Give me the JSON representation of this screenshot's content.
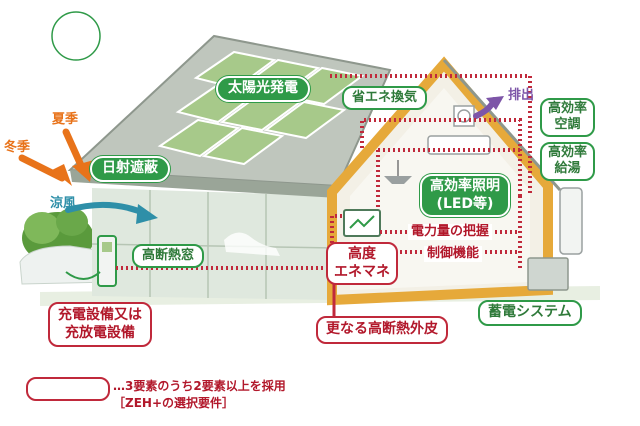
{
  "labels": {
    "solar": "太陽光発電",
    "ventilation": "省エネ換気",
    "exhaust": "排出",
    "ac_line1": "高効率",
    "ac_line2": "空調",
    "hotwater_line1": "高効率",
    "hotwater_line2": "給湯",
    "summer": "夏季",
    "winter": "冬季",
    "shading": "日射遮蔽",
    "cool_breeze": "涼風",
    "lighting_line1": "高効率照明",
    "lighting_line2": "(LED等)",
    "insulated_window": "高断熱窓",
    "power_monitoring": "電力量の把握",
    "hems_line1": "高度",
    "hems_line2": "エネマネ",
    "control": "制御機能",
    "charger_line1": "充電設備又は",
    "charger_line2": "充放電設備",
    "envelope": "更なる高断熱外皮",
    "storage": "蓄電システム"
  },
  "legend": {
    "line1": "…3要素のうち2要素以上を採用",
    "line2": "［ZEH+の選択要件］"
  },
  "colors": {
    "green": "#2f9a48",
    "red": "#c0293b",
    "orange": "#e8731a",
    "teal": "#2e8fa8",
    "purple": "#7d55a8"
  },
  "icons": [
    "sun-icon",
    "solar-panel-icon",
    "car-charger-icon",
    "battery-icon",
    "water-heater-icon",
    "air-conditioner-icon",
    "ceiling-light-icon",
    "hems-monitor-icon",
    "ventilation-fan-icon"
  ]
}
